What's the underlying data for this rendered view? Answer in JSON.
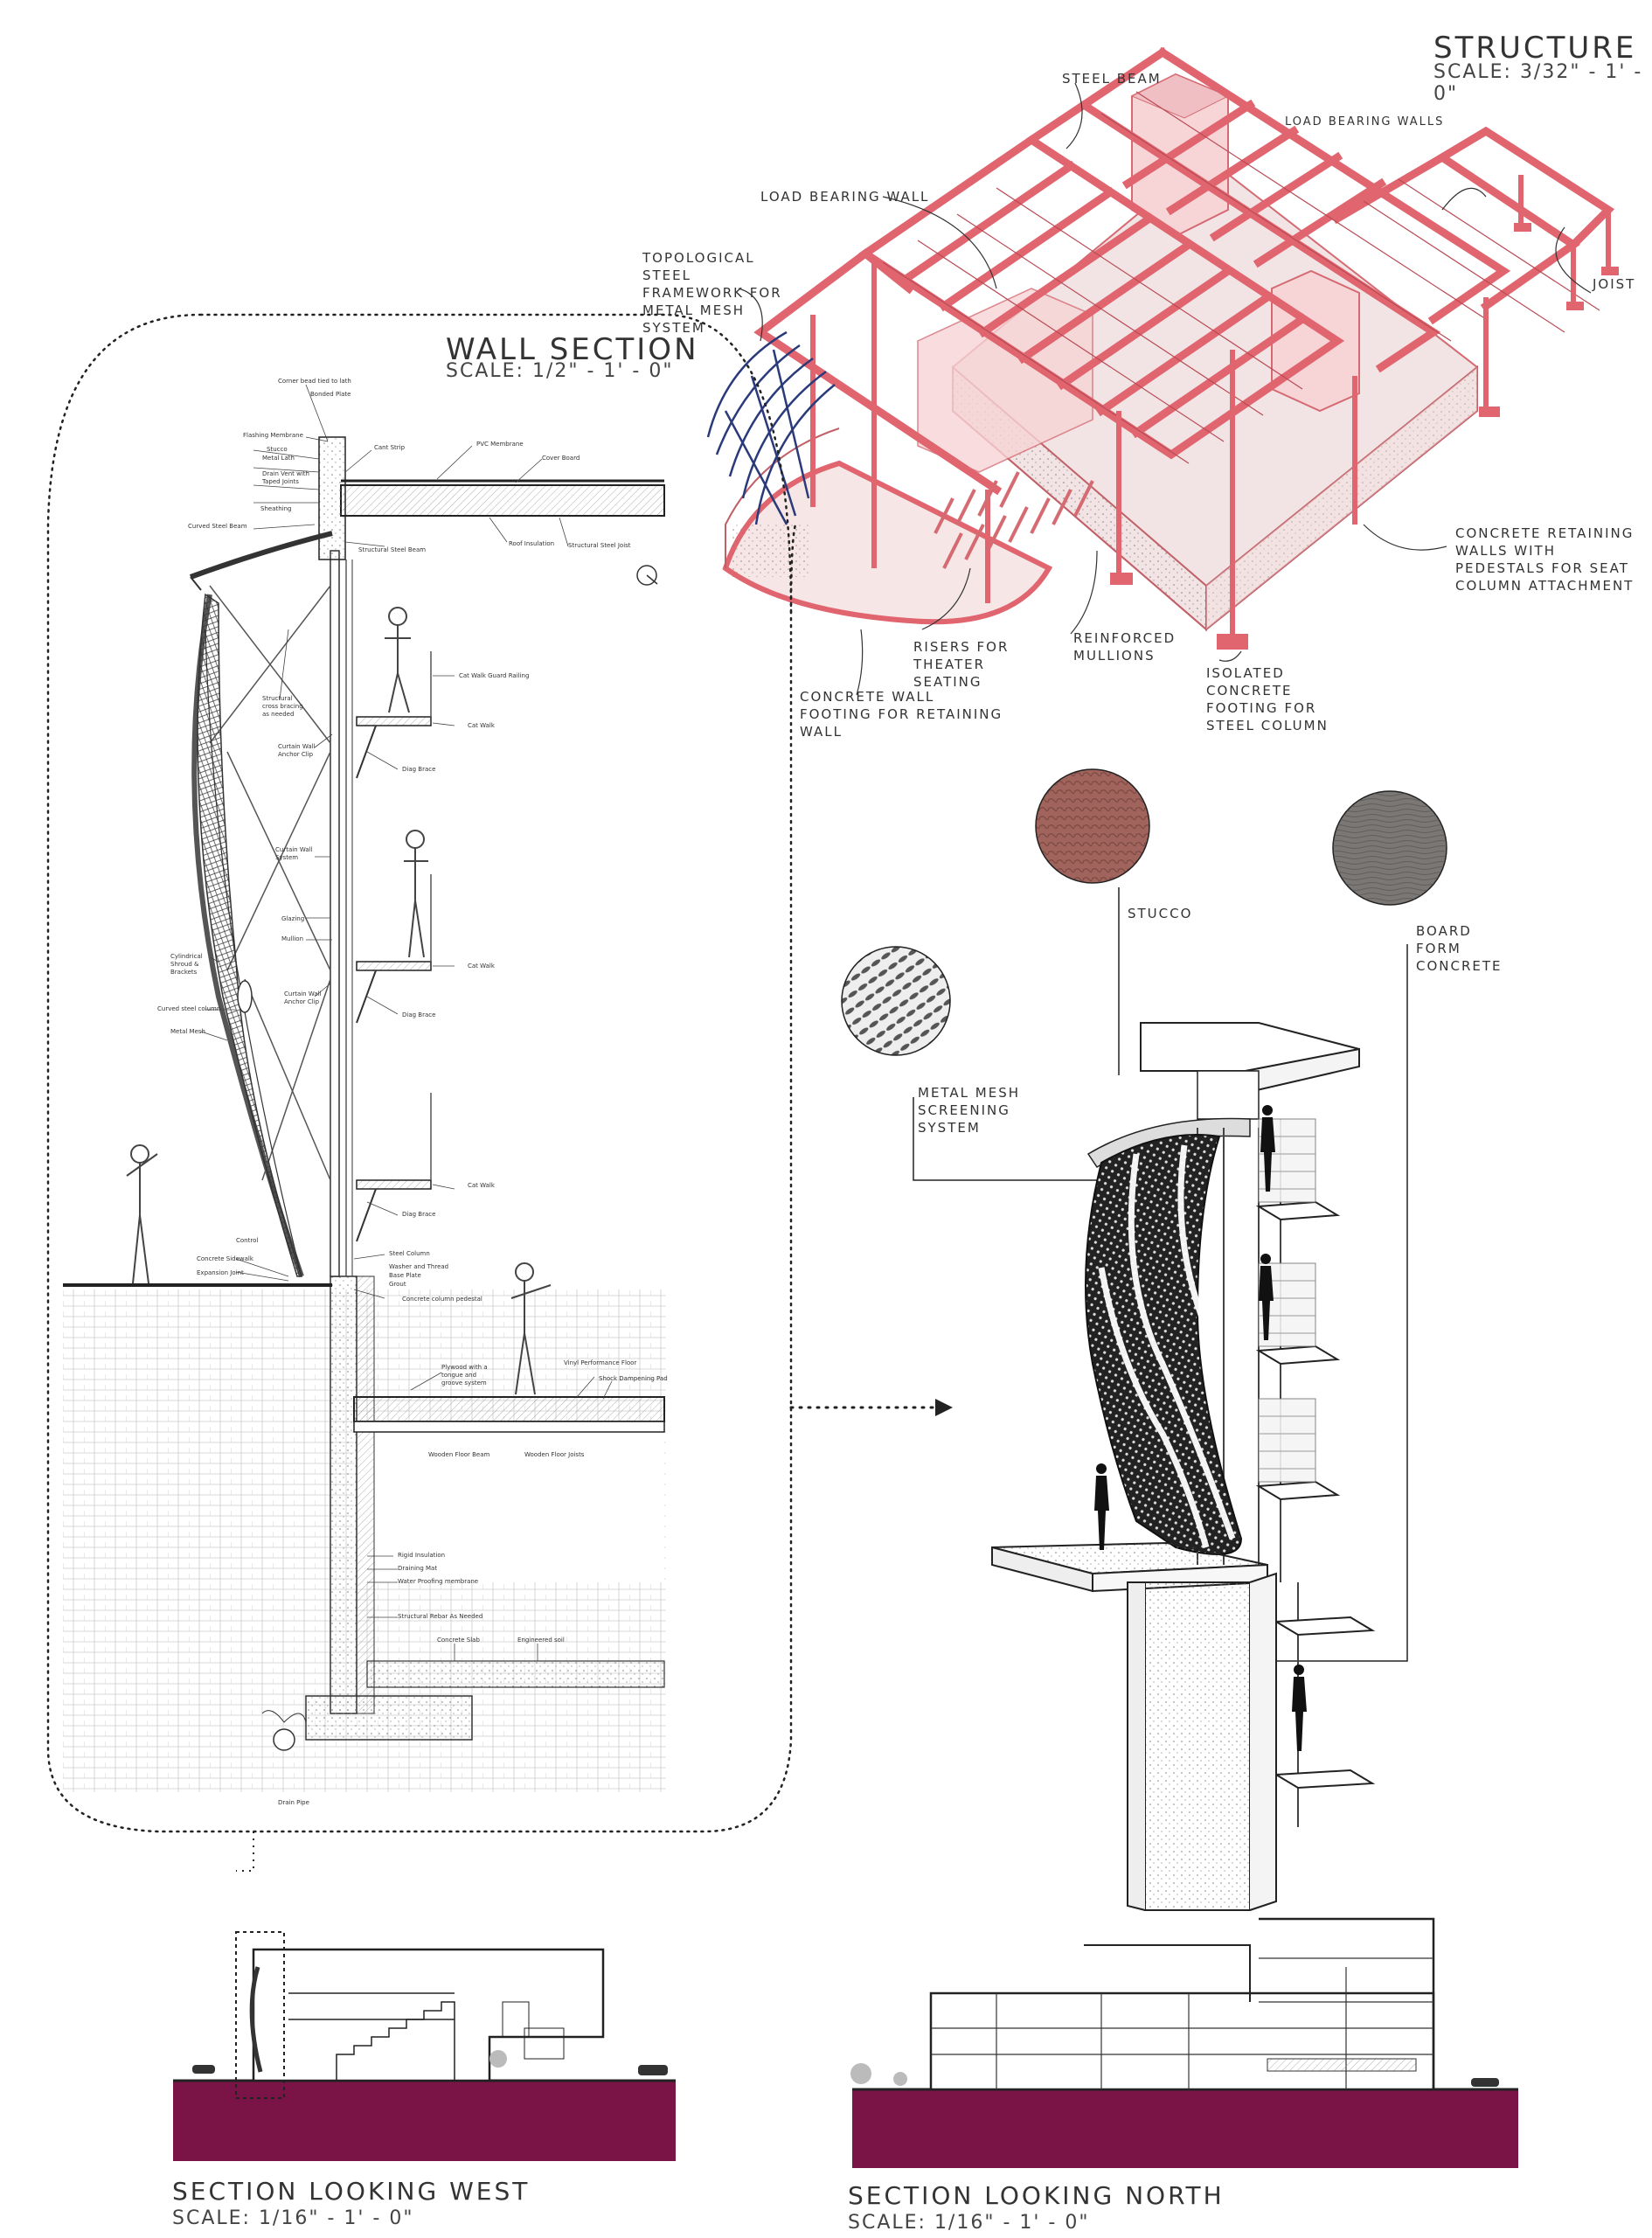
{
  "structure": {
    "title": "STRUCTURE",
    "scale": "SCALE: 3/32\" - 1' - 0\"",
    "labels": {
      "steel_beam": "STEEL BEAM",
      "load_bearing_walls_top": "LOAD BEARING WALLS",
      "load_bearing_wall": "LOAD BEARING WALL",
      "topological": "TOPOLOGICAL STEEL FRAMEWORK FOR METAL MESH SYSTEM",
      "joist": "JOIST",
      "retaining": "CONCRETE RETAINING WALLS WITH PEDESTALS FOR SEAT COLUMN ATTACHMENT",
      "risers": "RISERS FOR THEATER SEATING",
      "mullions": "REINFORCED MULLIONS",
      "footing_wall": "CONCRETE WALL FOOTING FOR RETAINING WALL",
      "isolated_footing": "ISOLATED CONCRETE FOOTING FOR STEEL COLUMN"
    }
  },
  "wall_section": {
    "title": "WALL SECTION",
    "scale": "SCALE: 1/2\" - 1' - 0\"",
    "notes": [
      "Corner bead tied to lath",
      "Bonded Plate",
      "Flashing Membrane",
      "Stucco",
      "Metal Lath",
      "Drain Vent with Taped Joints",
      "Sheathing",
      "Cant Strip",
      "PVC Membrane",
      "Cover Board",
      "Curved Steel Beam",
      "Structural Steel Beam",
      "Roof Insulation",
      "Structural Steel Joist",
      "Cat Walk Guard Railing",
      "Structural cross bracing as needed",
      "Cat Walk",
      "Curtain Wall Anchor Clip",
      "Diag Brace",
      "Curtain Wall System",
      "Glazing",
      "Mullion",
      "Cylindrical Shroud & Brackets",
      "Curved steel column",
      "Metal Mesh",
      "Steel Column",
      "Washer and Thread",
      "Base Plate",
      "Grout",
      "Concrete column pedestal",
      "Concrete Sidewalk",
      "Expansion Joint",
      "Control",
      "Plywood with a tongue and groove system",
      "Vinyl Performance Floor",
      "Shock Dampening Pad",
      "Wooden Floor Beam",
      "Wooden Floor Joists",
      "Rigid Insulation",
      "Draining Mat",
      "Water Proofing membrane",
      "Structural Rebar As Needed",
      "Concrete Slab",
      "Engineered soil",
      "Drain Pipe"
    ]
  },
  "materials": {
    "stucco": "STUCCO",
    "board_form": "BOARD FORM CONCRETE",
    "mesh": "METAL MESH SCREENING SYSTEM",
    "colors": {
      "steel": "#e0656f",
      "stucco": "#a0645c",
      "concrete": "#7a7774",
      "ground": "#7a1446"
    }
  },
  "sections": {
    "west_title": "SECTION LOOKING WEST",
    "west_scale": "SCALE: 1/16\" - 1' - 0\"",
    "north_title": "SECTION LOOKING NORTH",
    "north_scale": "SCALE: 1/16\" - 1' - 0\""
  }
}
